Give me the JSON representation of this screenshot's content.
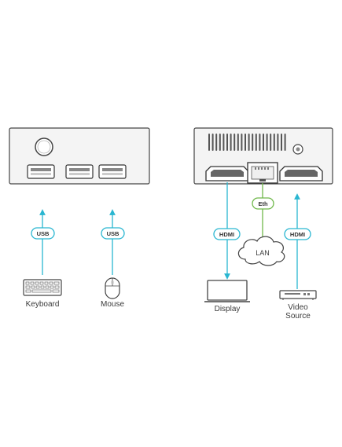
{
  "left_unit": {
    "badges": [
      "USB",
      "USB"
    ],
    "devices": [
      "Keyboard",
      "Mouse"
    ]
  },
  "right_unit": {
    "badges": {
      "display": "HDMI",
      "eth": "Eth",
      "source": "HDMI"
    },
    "cloud": "LAN",
    "devices": {
      "display": "Display",
      "source_line1": "Video",
      "source_line2": "Source"
    }
  },
  "colors": {
    "cable_usb_hdmi": "#29b6d1",
    "cable_eth": "#6fb84a",
    "chassis": "#f4f4f4",
    "stroke": "#444444"
  }
}
